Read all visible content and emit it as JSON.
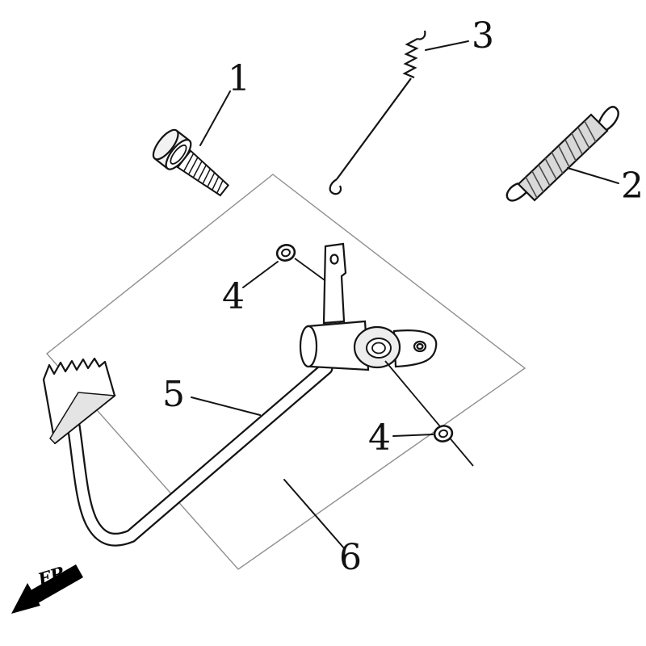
{
  "diagram": {
    "direction_label": "FR.",
    "callouts": [
      {
        "id": "1",
        "label": "1"
      },
      {
        "id": "2",
        "label": "2"
      },
      {
        "id": "3",
        "label": "3"
      },
      {
        "id": "4a",
        "label": "4"
      },
      {
        "id": "4b",
        "label": "4"
      },
      {
        "id": "5",
        "label": "5"
      },
      {
        "id": "6",
        "label": "6"
      }
    ]
  }
}
